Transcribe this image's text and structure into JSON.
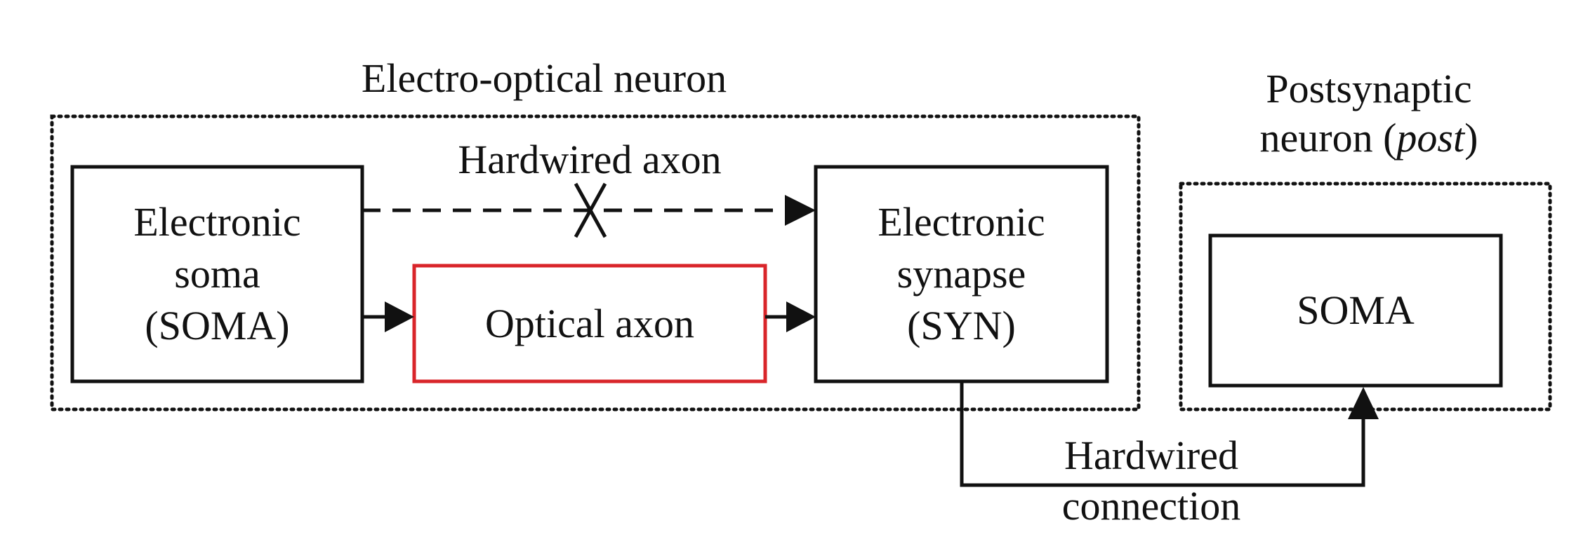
{
  "colors": {
    "stroke": "#111111",
    "optical_axon_border": "#d9252a",
    "background": "#ffffff"
  },
  "groups": {
    "electro_optical": {
      "title": "Electro-optical neuron"
    },
    "postsynaptic": {
      "title_line1": "Postsynaptic",
      "title_line2_prefix": "neuron (",
      "title_line2_italic": "post",
      "title_line2_suffix": ")"
    }
  },
  "boxes": {
    "soma": {
      "line1": "Electronic",
      "line2": "soma",
      "line3": "(SOMA)"
    },
    "optical_axon": {
      "label": "Optical axon"
    },
    "synapse": {
      "line1": "Electronic",
      "line2": "synapse",
      "line3": "(SYN)"
    },
    "post_soma": {
      "label": "SOMA"
    }
  },
  "connections": {
    "hardwired_axon": {
      "label": "Hardwired axon",
      "status": "removed",
      "mark_icon": "cross-mark-icon"
    },
    "hardwired_connection": {
      "line1": "Hardwired",
      "line2": "connection"
    }
  }
}
